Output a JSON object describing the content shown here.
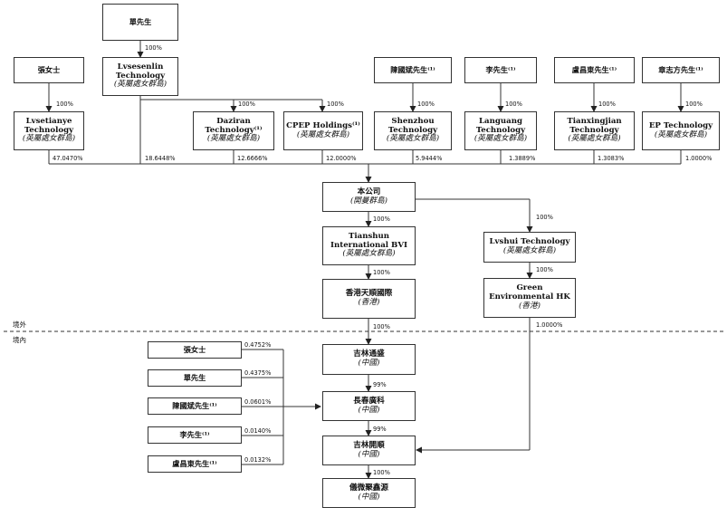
{
  "owners": {
    "shan": "單先生",
    "zhang": "張女士",
    "chen": "陳國斌先生⁽¹⁾",
    "li": "李先生⁽¹⁾",
    "lu": "盧昌東先生⁽¹⁾",
    "zhangzf": "章志方先生⁽¹⁾"
  },
  "entities": {
    "lvsesenlin": {
      "name": "Lvsesenlin Technology",
      "place": "(英屬處女群島)"
    },
    "lvsetianye": {
      "name": "Lvsetianye Technology",
      "place": "(英屬處女群島)"
    },
    "daziran": {
      "name": "Daziran Technology⁽¹⁾",
      "place": "(英屬處女群島)"
    },
    "cpep": {
      "name": "CPEP Holdings⁽¹⁾",
      "place": "(英屬處女群島)"
    },
    "shenzhou": {
      "name": "Shenzhou Technology",
      "place": "(英屬處女群島)"
    },
    "languang": {
      "name": "Languang Technology",
      "place": "(英屬處女群島)"
    },
    "tianxingjian": {
      "name": "Tianxingjian Technology",
      "place": "(英屬處女群島)"
    },
    "ep": {
      "name": "EP Technology",
      "place": "(英屬處女群島)"
    },
    "company": {
      "name": "本公司",
      "place": "(開曼群島)"
    },
    "tianshun": {
      "name": "Tianshun International BVI",
      "place": "(英屬處女群島)"
    },
    "lvshui": {
      "name": "Lvshui Technology",
      "place": "(英屬處女群島)"
    },
    "hk_tianshun": {
      "name": "香港天順國際",
      "place": "(香港)"
    },
    "green_hk": {
      "name": "Green Environmental HK",
      "place": "(香港)"
    },
    "jilin_tongsheng": {
      "name": "吉林通盛",
      "place": "(中國)"
    },
    "changchun": {
      "name": "長春廣科",
      "place": "(中國)"
    },
    "jilin_kaishun": {
      "name": "吉林開順",
      "place": "(中國)"
    },
    "yiwei": {
      "name": "儀微聚鑫源",
      "place": "(中國)"
    }
  },
  "pcts": {
    "shan_lvsesenlin": "100%",
    "zhang_lvsetianye": "100%",
    "lvsesenlin_daziran": "100%",
    "lvsesenlin_cpep": "100%",
    "chen_shenzhou": "100%",
    "li_languang": "100%",
    "lu_tianxingjian": "100%",
    "zhangzf_ep": "100%",
    "lvsetianye_co": "47.0470%",
    "lvsesenlin_co": "18.6448%",
    "daziran_co": "12.6666%",
    "cpep_co": "12.0000%",
    "shenzhou_co": "5.9444%",
    "languang_co": "1.3889%",
    "tianxingjian_co": "1.3083%",
    "ep_co": "1.0000%",
    "co_tianshun": "100%",
    "co_lvshui": "100%",
    "tianshun_hk": "100%",
    "lvshui_green": "100%",
    "hk_tongsheng": "100%",
    "tongsheng_changchun": "99%",
    "changchun_kaishun": "99%",
    "green_kaishun": "1.0000%",
    "kaishun_yiwei": "100%",
    "zhang_cc": "0.4752%",
    "shan_cc": "0.4375%",
    "chen_cc": "0.0601%",
    "li_cc": "0.0140%",
    "lu_cc": "0.0132%"
  },
  "zones": {
    "offshore": "境外",
    "onshore": "境內"
  }
}
